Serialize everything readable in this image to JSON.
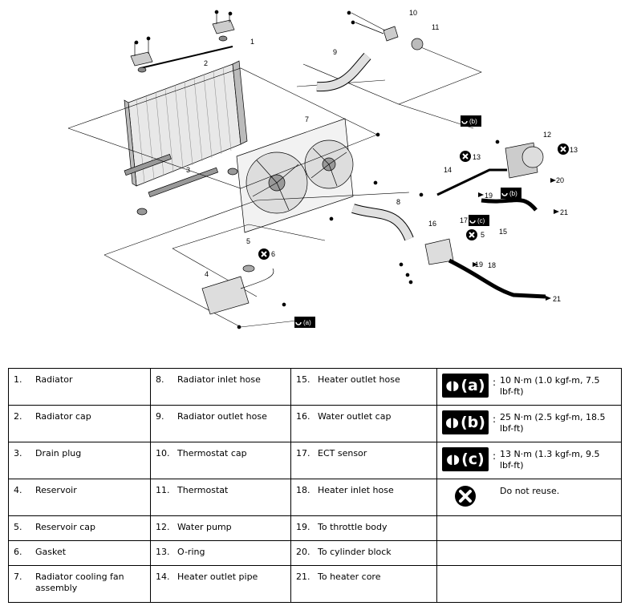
{
  "callouts": [
    "1",
    "2",
    "3",
    "4",
    "5",
    "6",
    "7",
    "8",
    "9",
    "10",
    "11",
    "12",
    "13",
    "14",
    "15",
    "16",
    "17",
    "18",
    "19",
    "20",
    "21"
  ],
  "diagram_labels": {
    "l1": "1",
    "l2": "2",
    "l3": "3",
    "l4": "4",
    "l5": "5",
    "l6": "6",
    "l7": "7",
    "l8": "8",
    "l9": "9",
    "l10": "10",
    "l11": "11",
    "l12": "12",
    "l13": "13",
    "l13b": "13",
    "l14": "14",
    "l15": "15",
    "l16": "16",
    "l17": "17",
    "l18": "18",
    "l19a": "19",
    "l19b": "19",
    "l20": "20",
    "l21a": "21",
    "l21b": "21",
    "l5b": "5",
    "ba": "(a)",
    "bb1": "(b)",
    "bb2": "(b)",
    "bc": "(c)"
  },
  "legend": {
    "rows": [
      [
        {
          "num": "1.",
          "text": "Radiator"
        },
        {
          "num": "8.",
          "text": "Radiator inlet hose"
        },
        {
          "num": "15.",
          "text": "Heater outlet hose"
        }
      ],
      [
        {
          "num": "2.",
          "text": "Radiator cap"
        },
        {
          "num": "9.",
          "text": "Radiator outlet hose"
        },
        {
          "num": "16.",
          "text": "Water outlet cap"
        }
      ],
      [
        {
          "num": "3.",
          "text": "Drain plug"
        },
        {
          "num": "10.",
          "text": "Thermostat cap"
        },
        {
          "num": "17.",
          "text": "ECT sensor"
        }
      ],
      [
        {
          "num": "4.",
          "text": "Reservoir"
        },
        {
          "num": "11.",
          "text": "Thermostat"
        },
        {
          "num": "18.",
          "text": "Heater inlet hose"
        }
      ],
      [
        {
          "num": "5.",
          "text": "Reservoir cap"
        },
        {
          "num": "12.",
          "text": "Water pump"
        },
        {
          "num": "19.",
          "text": "To throttle body"
        }
      ],
      [
        {
          "num": "6.",
          "text": "Gasket"
        },
        {
          "num": "13.",
          "text": "O-ring"
        },
        {
          "num": "20.",
          "text": "To cylinder block"
        }
      ],
      [
        {
          "num": "7.",
          "text": "Radiator cooling fan assembly"
        },
        {
          "num": "14.",
          "text": "Heater outlet pipe"
        },
        {
          "num": "21.",
          "text": "To heater core"
        }
      ]
    ],
    "specs": [
      {
        "badge": "(a)",
        "text": "10 N·m (1.0 kgf-m, 7.5 lbf-ft)"
      },
      {
        "badge": "(b)",
        "text": "25 N·m (2.5 kgf-m, 18.5 lbf-ft)"
      },
      {
        "badge": "(c)",
        "text": "13 N·m (1.3 kgf-m, 9.5 lbf-ft)"
      },
      {
        "badge": "x",
        "text": "Do not reuse."
      }
    ],
    "colon": ":"
  }
}
